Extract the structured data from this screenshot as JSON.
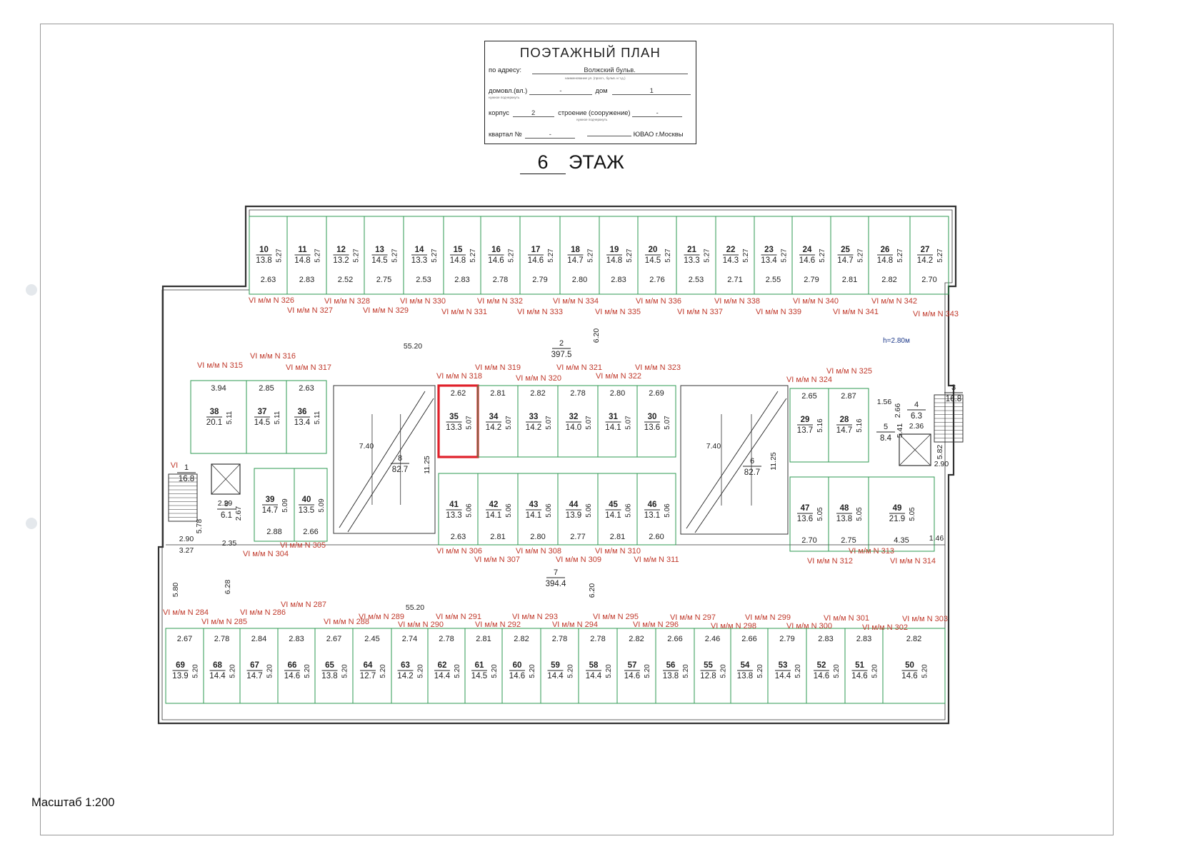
{
  "title_block": {
    "heading": "ПОЭТАЖНЫЙ ПЛАН",
    "address_label": "по адресу:",
    "address_value": "Волжский бульв.",
    "address_note": "наименование ул. (просп., бульв. и т.д.)",
    "domovl_label": "домовл.(вл.)",
    "domovl_value": "-",
    "domovl_note": "нужное подчеркнуть",
    "dom_label": "дом",
    "dom_value": "1",
    "korpus_label": "корпус",
    "korpus_value": "2",
    "stroenie_label": "строение (сооружение)",
    "stroenie_value": "-",
    "stroenie_note": "нужное подчеркнуть",
    "kvartal_label": "квартал №",
    "kvartal_value": "-",
    "district": "ЮВАО г.Москвы"
  },
  "floor": {
    "number": "6",
    "label": "ЭТАЖ"
  },
  "scale": "Масштаб 1:200",
  "height_note": "h=2.80м",
  "colors": {
    "wall": "#333333",
    "spot_line": "#2e9a52",
    "tag": "#c0392b",
    "highlight": "#e0202a",
    "text": "#222222"
  },
  "highlighted_spot": "35",
  "spots": [
    {
      "no": "10",
      "area": "13.8",
      "depth": "5.27",
      "width": "2.63"
    },
    {
      "no": "11",
      "area": "14.8",
      "depth": "5.27",
      "width": "2.83"
    },
    {
      "no": "12",
      "area": "13.2",
      "depth": "5.27",
      "width": "2.52"
    },
    {
      "no": "13",
      "area": "14.5",
      "depth": "5.27",
      "width": "2.75"
    },
    {
      "no": "14",
      "area": "13.3",
      "depth": "5.27",
      "width": "2.53"
    },
    {
      "no": "15",
      "area": "14.8",
      "depth": "5.27",
      "width": "2.83"
    },
    {
      "no": "16",
      "area": "14.6",
      "depth": "5.27",
      "width": "2.78"
    },
    {
      "no": "17",
      "area": "14.6",
      "depth": "5.27",
      "width": "2.79"
    },
    {
      "no": "18",
      "area": "14.7",
      "depth": "5.27",
      "width": "2.80"
    },
    {
      "no": "19",
      "area": "14.8",
      "depth": "5.27",
      "width": "2.83"
    },
    {
      "no": "20",
      "area": "14.5",
      "depth": "5.27",
      "width": "2.76"
    },
    {
      "no": "21",
      "area": "13.3",
      "depth": "5.27",
      "width": "2.53"
    },
    {
      "no": "22",
      "area": "14.3",
      "depth": "5.27",
      "width": "2.71"
    },
    {
      "no": "23",
      "area": "13.4",
      "depth": "5.27",
      "width": "2.55"
    },
    {
      "no": "24",
      "area": "14.6",
      "depth": "5.27",
      "width": "2.79"
    },
    {
      "no": "25",
      "area": "14.7",
      "depth": "5.27",
      "width": "2.81"
    },
    {
      "no": "26",
      "area": "14.8",
      "depth": "5.27",
      "width": "2.82"
    },
    {
      "no": "27",
      "area": "14.2",
      "depth": "5.27",
      "width": "2.70"
    },
    {
      "no": "38",
      "area": "20.1",
      "depth": "5.11",
      "width": "3.94"
    },
    {
      "no": "37",
      "area": "14.5",
      "depth": "5.11",
      "width": "2.85"
    },
    {
      "no": "36",
      "area": "13.4",
      "depth": "5.11",
      "width": "2.63"
    },
    {
      "no": "35",
      "area": "13.3",
      "depth": "5.07",
      "width": "2.62"
    },
    {
      "no": "34",
      "area": "14.2",
      "depth": "5.07",
      "width": "2.81"
    },
    {
      "no": "33",
      "area": "14.2",
      "depth": "5.07",
      "width": "2.82"
    },
    {
      "no": "32",
      "area": "14.0",
      "depth": "5.07",
      "width": "2.78"
    },
    {
      "no": "31",
      "area": "14.1",
      "depth": "5.07",
      "width": "2.80"
    },
    {
      "no": "30",
      "area": "13.6",
      "depth": "5.07",
      "width": "2.69"
    },
    {
      "no": "29",
      "area": "13.7",
      "depth": "5.16",
      "width": "2.65"
    },
    {
      "no": "28",
      "area": "14.7",
      "depth": "5.16",
      "width": "2.87"
    },
    {
      "no": "39",
      "area": "14.7",
      "depth": "5.09",
      "width": "2.88"
    },
    {
      "no": "40",
      "area": "13.5",
      "depth": "5.09",
      "width": "2.66"
    },
    {
      "no": "41",
      "area": "13.3",
      "depth": "5.06",
      "width": "2.63"
    },
    {
      "no": "42",
      "area": "14.1",
      "depth": "5.06",
      "width": "2.81"
    },
    {
      "no": "43",
      "area": "14.1",
      "depth": "5.06",
      "width": "2.80"
    },
    {
      "no": "44",
      "area": "13.9",
      "depth": "5.06",
      "width": "2.77"
    },
    {
      "no": "45",
      "area": "14.1",
      "depth": "5.06",
      "width": "2.81"
    },
    {
      "no": "46",
      "area": "13.1",
      "depth": "5.06",
      "width": "2.60"
    },
    {
      "no": "47",
      "area": "13.6",
      "depth": "5.05",
      "width": "2.70"
    },
    {
      "no": "48",
      "area": "13.8",
      "depth": "5.05",
      "width": "2.75"
    },
    {
      "no": "49",
      "area": "21.9",
      "depth": "5.05",
      "width": "4.35"
    },
    {
      "no": "69",
      "area": "13.9",
      "depth": "5.20",
      "width": "2.67"
    },
    {
      "no": "68",
      "area": "14.4",
      "depth": "5.20",
      "width": "2.78"
    },
    {
      "no": "67",
      "area": "14.7",
      "depth": "5.20",
      "width": "2.84"
    },
    {
      "no": "66",
      "area": "14.6",
      "depth": "5.20",
      "width": "2.83"
    },
    {
      "no": "65",
      "area": "13.8",
      "depth": "5.20",
      "width": "2.67"
    },
    {
      "no": "64",
      "area": "12.7",
      "depth": "5.20",
      "width": "2.45"
    },
    {
      "no": "63",
      "area": "14.2",
      "depth": "5.20",
      "width": "2.74"
    },
    {
      "no": "62",
      "area": "14.4",
      "depth": "5.20",
      "width": "2.78"
    },
    {
      "no": "61",
      "area": "14.5",
      "depth": "5.20",
      "width": "2.81"
    },
    {
      "no": "60",
      "area": "14.6",
      "depth": "5.20",
      "width": "2.82"
    },
    {
      "no": "59",
      "area": "14.4",
      "depth": "5.20",
      "width": "2.78"
    },
    {
      "no": "58",
      "area": "14.4",
      "depth": "5.20",
      "width": "2.78"
    },
    {
      "no": "57",
      "area": "14.6",
      "depth": "5.20",
      "width": "2.82"
    },
    {
      "no": "56",
      "area": "13.8",
      "depth": "5.20",
      "width": "2.66"
    },
    {
      "no": "55",
      "area": "12.8",
      "depth": "5.20",
      "width": "2.46"
    },
    {
      "no": "54",
      "area": "13.8",
      "depth": "5.20",
      "width": "2.66"
    },
    {
      "no": "53",
      "area": "14.4",
      "depth": "5.20",
      "width": "2.79"
    },
    {
      "no": "52",
      "area": "14.6",
      "depth": "5.20",
      "width": "2.83"
    },
    {
      "no": "51",
      "area": "14.6",
      "depth": "5.20",
      "width": "2.83"
    },
    {
      "no": "50",
      "area": "14.6",
      "depth": "5.20",
      "width": "2.82"
    }
  ],
  "rooms": [
    {
      "no": "2",
      "area": "397.5"
    },
    {
      "no": "7",
      "area": "394.4"
    },
    {
      "no": "8",
      "area": "82.7"
    },
    {
      "no": "6",
      "area": "82.7"
    },
    {
      "no": "1",
      "area": "16.8"
    },
    {
      "no": "3",
      "area": "16.8"
    },
    {
      "no": "9",
      "area": "6.1"
    },
    {
      "no": "4",
      "area": "6.3"
    },
    {
      "no": "5",
      "area": "8.4"
    }
  ],
  "dimensions": [
    "55.20",
    "6.20",
    "55.20",
    "6.20",
    "7.40",
    "11.25",
    "7.40",
    "11.25",
    "5.80",
    "6.28",
    "3.27",
    "2.90",
    "2.29",
    "2.67",
    "5.78",
    "2.35",
    "1.56",
    "2.66",
    "2.36",
    "5.41",
    "5.82",
    "2.90",
    "1.46"
  ],
  "tags": [
    "VI м/м N 326",
    "VI м/м N 327",
    "VI м/м N 328",
    "VI м/м N 329",
    "VI м/м N 330",
    "VI м/м N 331",
    "VI м/м N 332",
    "VI м/м N 333",
    "VI м/м N 334",
    "VI м/м N 335",
    "VI м/м N 336",
    "VI м/м N 337",
    "VI м/м N 338",
    "VI м/м N 339",
    "VI м/м N 340",
    "VI м/м N 341",
    "VI м/м N 342",
    "VI м/м N 343",
    "VI м/м N 315",
    "VI м/м N 316",
    "VI м/м N 317",
    "VI м/м N 318",
    "VI м/м N 319",
    "VI м/м N 320",
    "VI м/м N 321",
    "VI м/м N 322",
    "VI м/м N 323",
    "VI м/м N 324",
    "VI м/м N 325",
    "VI м/м N 304",
    "VI м/м N 305",
    "VI м/м N 306",
    "VI м/м N 307",
    "VI м/м N 308",
    "VI м/м N 309",
    "VI м/м N 310",
    "VI м/м N 311",
    "VI м/м N 312",
    "VI м/м N 313",
    "VI м/м N 314",
    "VI м/м N 284",
    "VI м/м N 285",
    "VI м/м N 286",
    "VI м/м N 287",
    "VI м/м N 288",
    "VI м/м N 289",
    "VI м/м N 290",
    "VI м/м N 291",
    "VI м/м N 292",
    "VI м/м N 293",
    "VI м/м N 294",
    "VI м/м N 295",
    "VI м/м N 296",
    "VI м/м N 297",
    "VI м/м N 298",
    "VI м/м N 299",
    "VI м/м N 300",
    "VI м/м N 301",
    "VI м/м N 302",
    "VI м/м N 303",
    "VI"
  ]
}
